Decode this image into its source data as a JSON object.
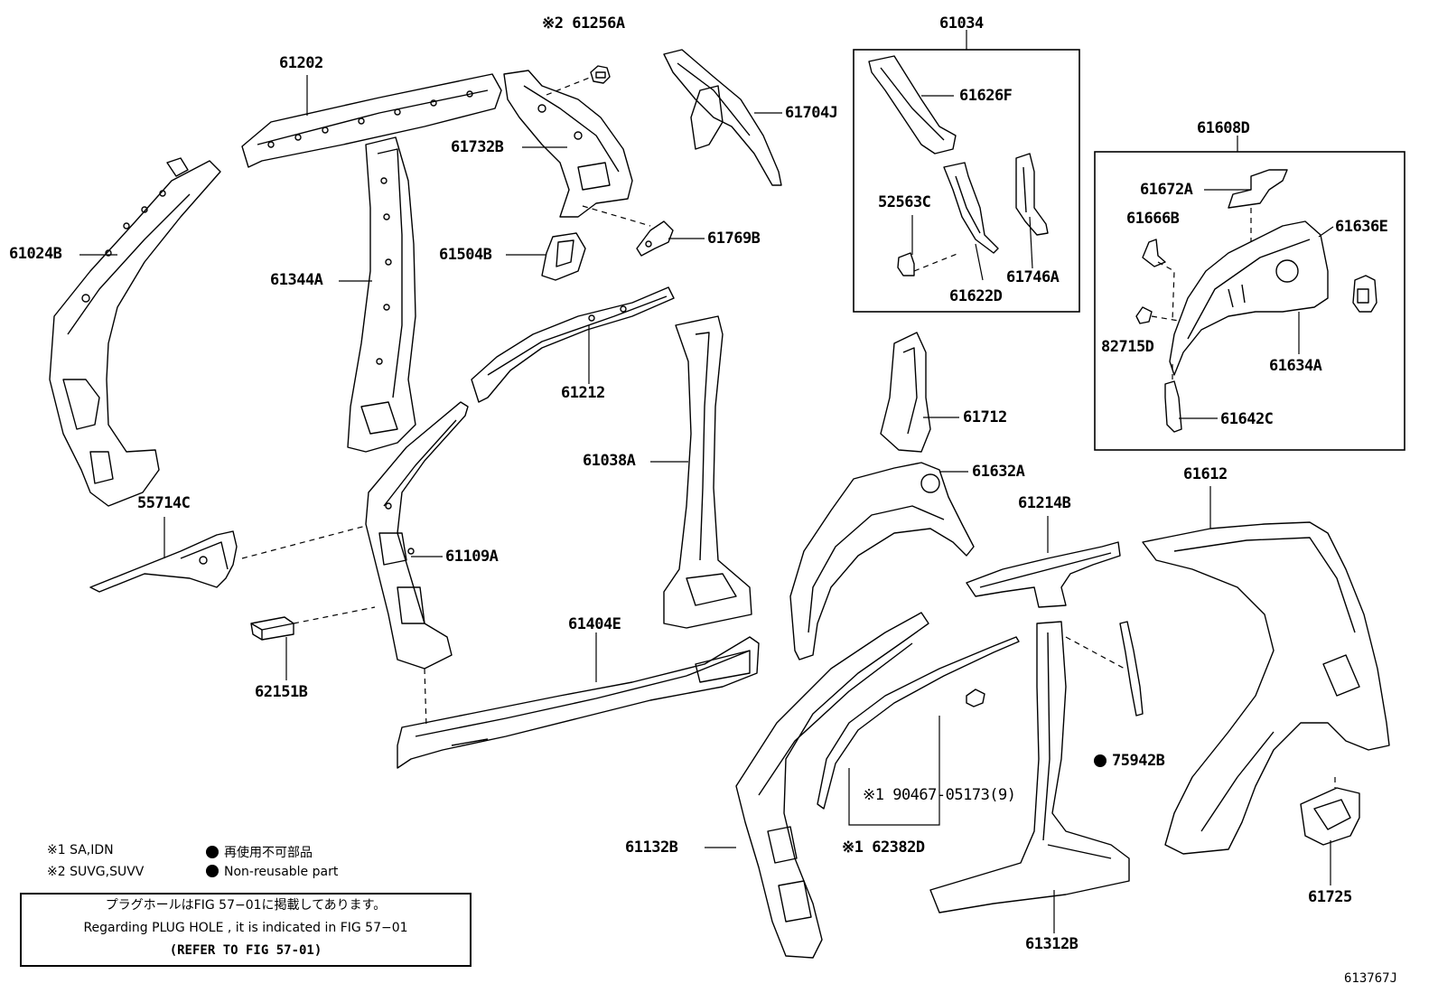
{
  "parts": {
    "p61256A": "※2 61256A",
    "p61202": "61202",
    "p61732B": "61732B",
    "p61704J": "61704J",
    "p61024B": "61024B",
    "p61344A": "61344A",
    "p61504B": "61504B",
    "p61769B": "61769B",
    "p61212": "61212",
    "p61038A": "61038A",
    "p55714C": "55714C",
    "p61109A": "61109A",
    "p62151B": "62151B",
    "p61404E": "61404E",
    "p61034": "61034",
    "p61626F": "61626F",
    "p52563C": "52563C",
    "p61622D": "61622D",
    "p61746A": "61746A",
    "p61608D": "61608D",
    "p61672A": "61672A",
    "p61666B": "61666B",
    "p61636E": "61636E",
    "p82715D": "82715D",
    "p61634A": "61634A",
    "p61642C": "61642C",
    "p61712": "61712",
    "p61632A": "61632A",
    "p61214B": "61214B",
    "p61612": "61612",
    "p75942B": "75942B",
    "p90467": "※1 90467-05173(9)",
    "p62382D": "※1 62382D",
    "p61132B": "61132B",
    "p61312B": "61312B",
    "p61725": "61725"
  },
  "legend": {
    "note1": "※1 SA,IDN",
    "note2": "※2 SUVG,SUVV",
    "nonreusable_jp": "再使用不可部品",
    "nonreusable_en": "Non-reusable part"
  },
  "plug_hole": {
    "line_jp": "プラグホールはFIG 57−01に掲載してあります。",
    "line_en": "Regarding  PLUG  HOLE , it is indicated in FIG  57−01",
    "line_ref": "(REFER TO FIG 57-01)"
  },
  "figure_id": "613767J"
}
